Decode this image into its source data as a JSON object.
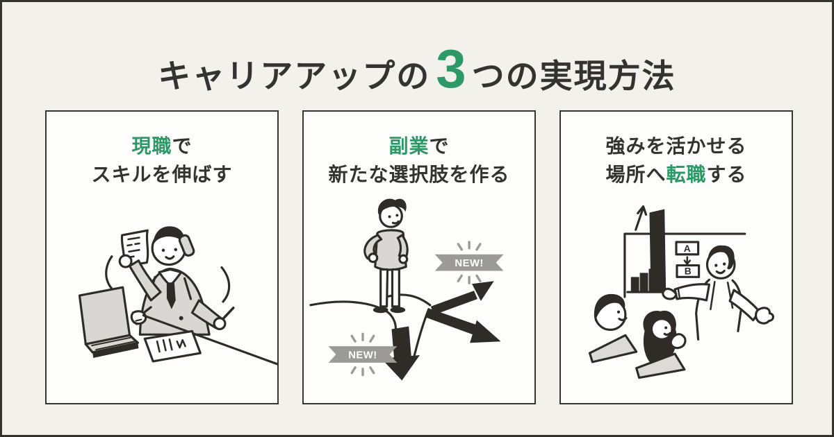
{
  "theme": {
    "background": "#f3f1eb",
    "frame_border": "#36332e",
    "card_background": "#fdfdfc",
    "accent_green": "#2e9968",
    "text_dark": "#333331",
    "ink": "#2f2b27",
    "light_gray_fill": "#d8d7d3",
    "badge_gray": "#9b9a96"
  },
  "header": {
    "title_prefix": "キャリアアップの",
    "title_number": "3",
    "title_suffix": "つの実現方法"
  },
  "cards": [
    {
      "id": "grow-skills-in-current-job",
      "title": {
        "line1_highlight": "現職",
        "line1_rest": "で",
        "line2": "スキルを伸ばす"
      },
      "illustration": "busy-office-worker-multitasking"
    },
    {
      "id": "create-options-with-side-business",
      "title": {
        "line1_highlight": "副業",
        "line1_rest": "で",
        "line2": "新たな選択肢を作る"
      },
      "badges": [
        {
          "label": "NEW!"
        },
        {
          "label": "NEW!"
        }
      ],
      "illustration": "person-at-crossroads-with-new-paths"
    },
    {
      "id": "change-jobs-to-use-strengths",
      "title": {
        "line1": "強みを活かせる",
        "line2_prefix": "場所へ",
        "line2_highlight": "転職",
        "line2_suffix": "する"
      },
      "diagram_labels": {
        "top_box": "A",
        "bottom_box": "B"
      },
      "illustration": "presentation-with-growth-chart"
    }
  ]
}
